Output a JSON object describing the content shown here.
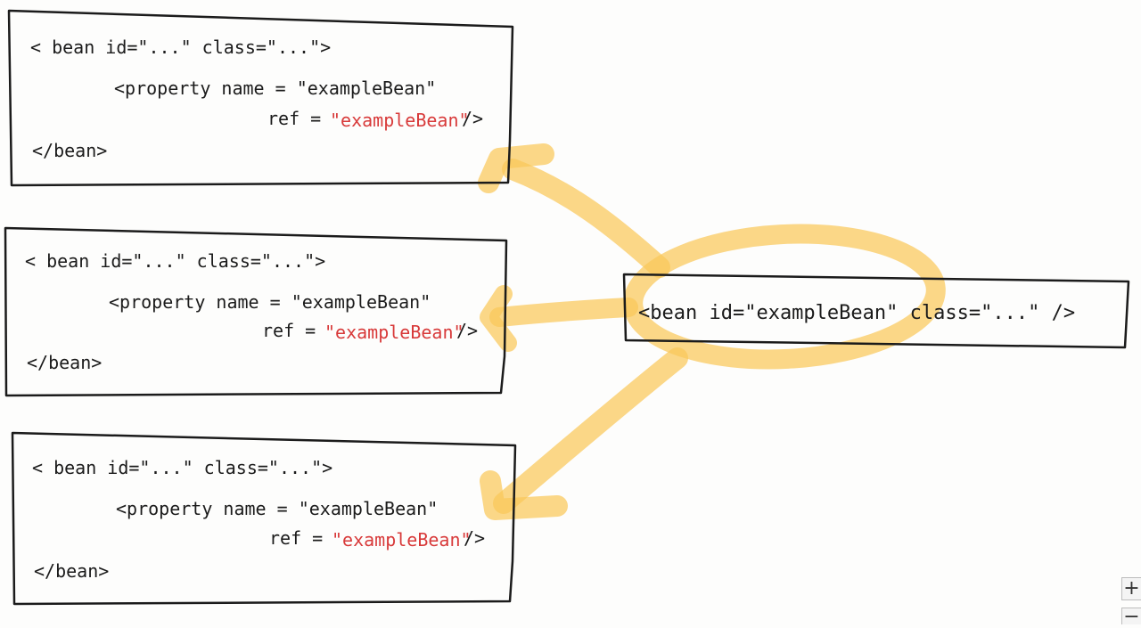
{
  "colors": {
    "ink": "#1b1b1b",
    "highlight": "#f9c85a",
    "ref_text": "#d83a3a",
    "background": "#fdfdfc"
  },
  "bean_blocks": [
    {
      "open": "< bean id=\"...\" class=\"...\">",
      "property_open": "<property name = \"exampleBean\"",
      "ref_label": "ref =",
      "ref_value": "\"exampleBean\"",
      "ref_close": "/>",
      "close": "</bean>"
    },
    {
      "open": "< bean id=\"...\" class=\"...\">",
      "property_open": "<property name = \"exampleBean\"",
      "ref_label": "ref =",
      "ref_value": "\"exampleBean\"",
      "ref_close": "/>",
      "close": "</bean>"
    },
    {
      "open": "< bean id=\"...\" class=\"...\">",
      "property_open": "<property name = \"exampleBean\"",
      "ref_label": "ref =",
      "ref_value": "\"exampleBean\"",
      "ref_close": "/>",
      "close": "</bean>"
    }
  ],
  "target_bean": {
    "text": "<bean id=\"exampleBean\"  class=\"...\" />"
  },
  "zoom_controls": {
    "zoom_in": "+",
    "zoom_out": "−"
  }
}
